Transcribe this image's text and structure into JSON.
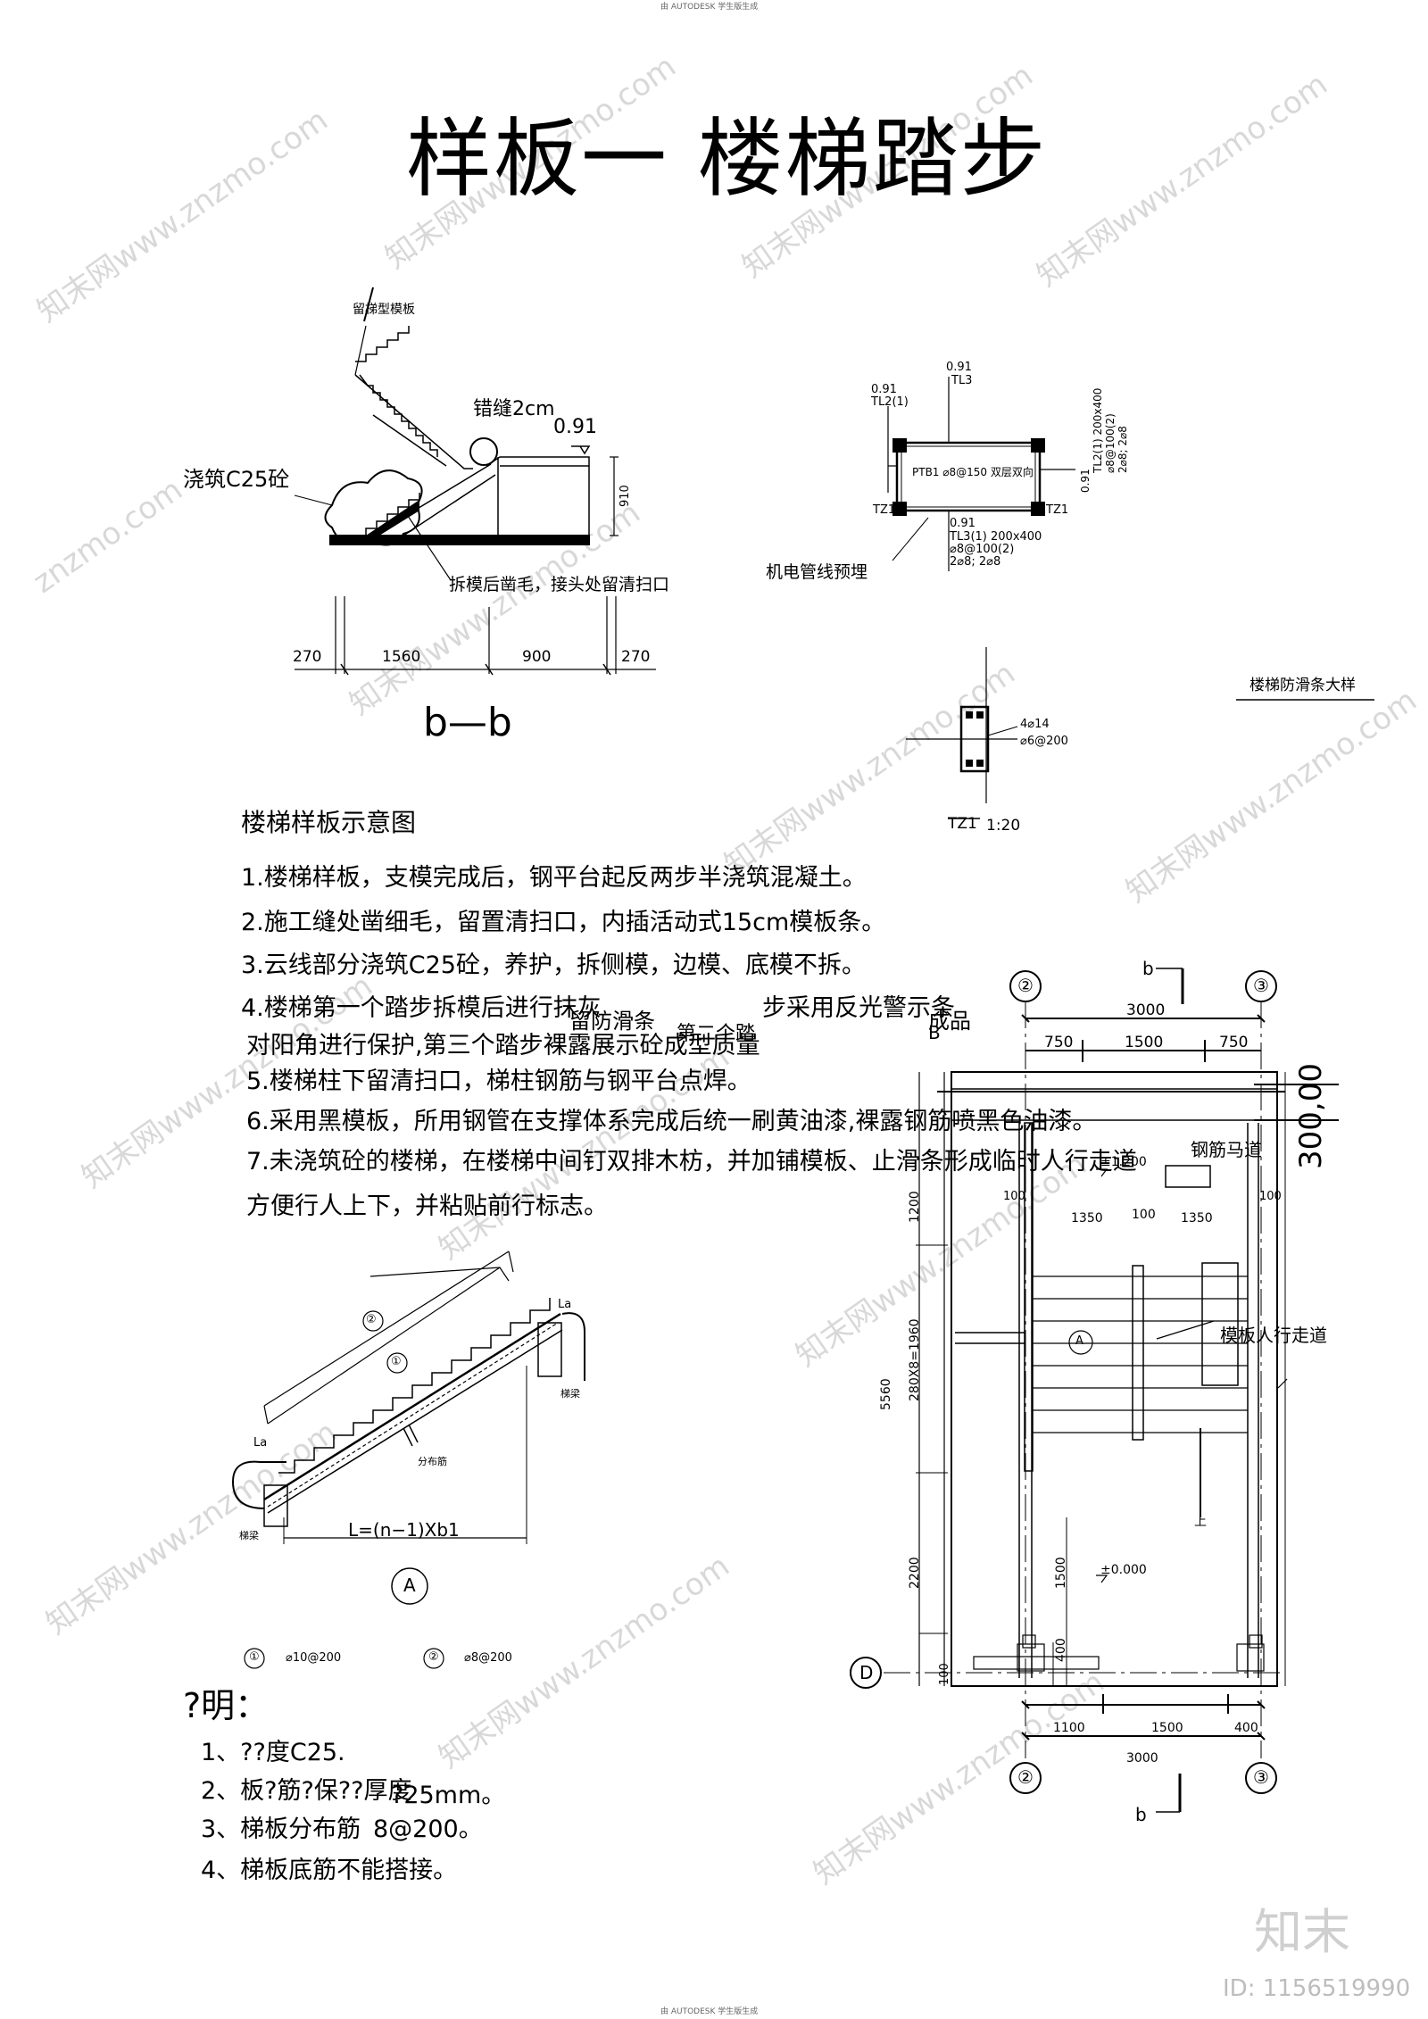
{
  "watermarks": {
    "site": "znzmo.com",
    "brand": "知末网www.znzmo.com",
    "autodesk": "由 AUTODESK 学生版生成"
  },
  "title": "样板一 楼梯踏步",
  "section_bb": {
    "label_template": "留梯型模板",
    "label_gap": "错缝2cm",
    "level": "0.91",
    "label_concrete": "浇筑C25砼",
    "height_dim": "910",
    "label_remark": "拆模后凿毛，接头处留清扫口",
    "dims": [
      "270",
      "1560",
      "900",
      "270"
    ],
    "section_name": "b—b"
  },
  "plan_ptb": {
    "label_0": "0.91",
    "label_tl3": "TL3",
    "label_0b": "0.91",
    "label_tl2": "TL2(1)",
    "label_ptb": "PTB1 ⌀8@150 双层双向",
    "right_1": "TL2(1) 200x400",
    "right_2": "⌀8@100(2)",
    "right_3": "2⌀8; 2⌀8",
    "right_level": "0.91",
    "bottom_1": "0.91",
    "bottom_2": "TL3(1) 200x400",
    "bottom_3": "⌀8@100(2)",
    "bottom_4": "2⌀8; 2⌀8",
    "tz1a": "TZ1",
    "tz1b": "TZ1",
    "label_pipe": "机电管线预埋"
  },
  "anti_slip_title": "楼梯防滑条大样",
  "tz1_detail": {
    "rebar_1": "4⌀14",
    "rebar_2": "⌀6@200",
    "caption": "TZ1",
    "scale": "1:20"
  },
  "notes": {
    "heading": "楼梯样板示意图",
    "n1": "1.楼梯样板，支模完成后，钢平台起反两步半浇筑混凝土。",
    "n2": "2.施工缝处凿细毛，留置清扫口，内插活动式15cm模板条。",
    "n3": "3.云线部分浇筑C25砼，养护，拆侧模，边模、底模不拆。",
    "n4a": "4.楼梯第一个踏步拆模后进行抹灰",
    "n4b": "留防滑条",
    "n4c": "第二个踏",
    "n4d": "步采用反光警示条",
    "n4e": "成品",
    "n4f": "对阳角进行保护,第三个踏步裸露展示砼成型质量",
    "n5": "5.楼梯柱下留清扫口，梯柱钢筋与钢平台点焊。",
    "n6": "6.采用黑模板，所用钢管在支撑体系完成后统一刷黄油漆,裸露钢筋喷黑色油漆。",
    "n7a": "7.未浇筑砼的楼梯，在楼梯中间钉双排木枋，并加铺模板、止滑条形成临时人行走道",
    "n7b": "方便行人上下，并粘贴前行标志。"
  },
  "detail_a": {
    "circle_2": "②",
    "circle_1": "①",
    "la_top": "La",
    "la_left": "La",
    "label_beam_r": "梯梁",
    "label_beam_l": "梯梁",
    "label_dist": "分布筋",
    "length": "L=(n−1)Xb1",
    "name": "A",
    "legend_1_mark": "①",
    "legend_1": "⌀10@200",
    "legend_2_mark": "②",
    "legend_2": "⌀8@200"
  },
  "explain": {
    "heading": "?明：",
    "e1": "1、??度C25.",
    "e2a": "2、板?筋?保??厚度",
    "e2b": "?25mm。",
    "e3a": "3、梯板分布筋",
    "e3b": "8@200。",
    "e4": "4、梯板底筋不能搭接。"
  },
  "plan": {
    "axis_2_top": "②",
    "axis_3_top": "③",
    "axis_2_bot": "②",
    "axis_3_bot": "③",
    "axis_d": "D",
    "axis_b": "B",
    "cut_top": "b",
    "cut_bot": "b",
    "top_total": "3000",
    "top_dims": [
      "750",
      "1500",
      "750"
    ],
    "right_dim": "300,00",
    "label_rebar_path": "钢筋马道",
    "level_top": "±1.200",
    "inner_dims": [
      "1350",
      "100",
      "1350"
    ],
    "side_100_l": "100",
    "side_100_r": "100",
    "circle_a": "A",
    "label_walkway": "模板人行走道",
    "v_dims": [
      "1200",
      "280X8=1960",
      "2200"
    ],
    "v_total": "5560",
    "v_1500": "1500",
    "v_400": "400",
    "v_100": "100",
    "up_mark": "上",
    "level_bot": "±0.000",
    "bot_dims": [
      "1100",
      "1500",
      "400"
    ],
    "bot_total": "3000"
  },
  "footer": {
    "logo": "知末",
    "id": "ID: 1156519990"
  }
}
